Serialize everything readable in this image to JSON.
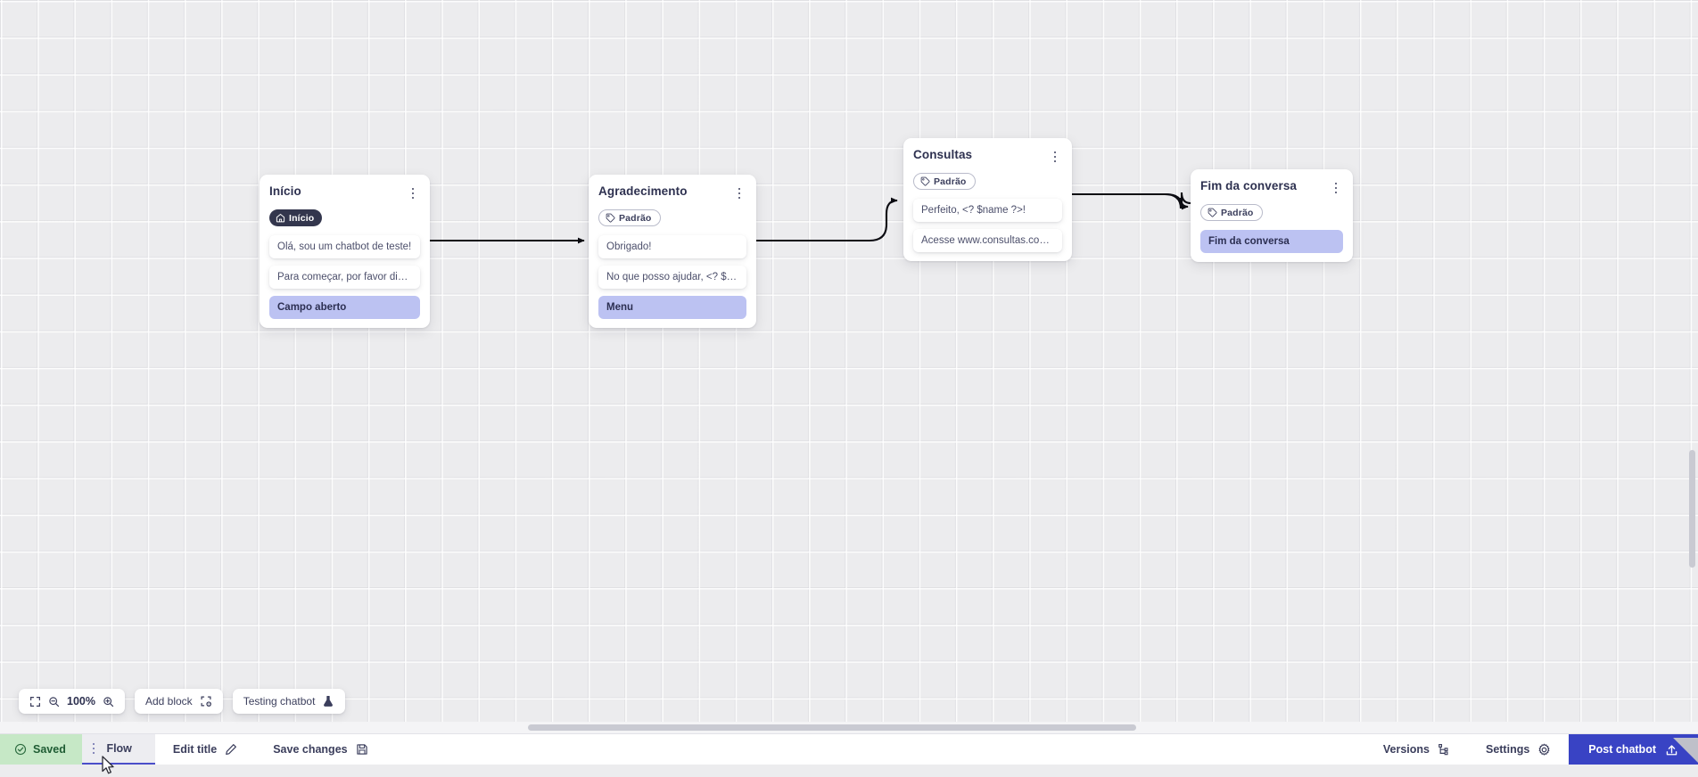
{
  "app": {
    "zoom_level": "100%"
  },
  "canvas": {
    "nodes": [
      {
        "id": "inicio",
        "title": "Início",
        "badge": {
          "label": "Início",
          "icon": "home-icon",
          "style": "dark"
        },
        "messages": [
          {
            "text": "Olá, sou um chatbot de teste!",
            "accent": false
          },
          {
            "text": "Para começar, por favor digite o ...",
            "accent": false
          },
          {
            "text": "Campo aberto",
            "accent": true
          }
        ]
      },
      {
        "id": "agradecimento",
        "title": "Agradecimento",
        "badge": {
          "label": "Padrão",
          "icon": "tag-icon",
          "style": "outline"
        },
        "messages": [
          {
            "text": "Obrigado!",
            "accent": false
          },
          {
            "text": "No que posso ajudar, <? $name ...",
            "accent": false
          },
          {
            "text": "Menu",
            "accent": true
          }
        ]
      },
      {
        "id": "consultas",
        "title": "Consultas",
        "badge": {
          "label": "Padrão",
          "icon": "tag-icon",
          "style": "outline"
        },
        "messages": [
          {
            "text": "Perfeito, <? $name ?>!",
            "accent": false
          },
          {
            "text": "Acesse www.consultas.com par...",
            "accent": false
          }
        ]
      },
      {
        "id": "fim",
        "title": "Fim da conversa",
        "badge": {
          "label": "Padrão",
          "icon": "tag-icon",
          "style": "outline"
        },
        "messages": [
          {
            "text": "Fim da conversa",
            "accent": true
          }
        ]
      }
    ]
  },
  "toolbar": {
    "fit_icon": "fit-screen-icon",
    "zoom_out_icon": "zoom-out-icon",
    "zoom_level": "100%",
    "zoom_in_icon": "zoom-in-icon",
    "add_block_label": "Add block",
    "add_block_icon": "add-block-icon",
    "testing_label": "Testing chatbot",
    "testing_icon": "flask-icon"
  },
  "statusbar": {
    "saved_label": "Saved",
    "saved_icon": "check-circle-icon",
    "tab_label": "Flow",
    "tab_handle_icon": "drag-dots-icon",
    "edit_title_label": "Edit title",
    "edit_title_icon": "pencil-icon",
    "save_changes_label": "Save changes",
    "save_changes_icon": "floppy-icon",
    "versions_label": "Versions",
    "versions_icon": "branch-icon",
    "settings_label": "Settings",
    "settings_icon": "gear-icon",
    "post_label": "Post chatbot",
    "post_icon": "upload-icon"
  },
  "colors": {
    "canvas_bg": "#ececee",
    "accent_msg": "#bcc2f2",
    "primary": "#3943c4",
    "saved_bg": "#c6e8c6",
    "tab_underline": "#4b4ec9",
    "badge_dark": "#33364d"
  }
}
